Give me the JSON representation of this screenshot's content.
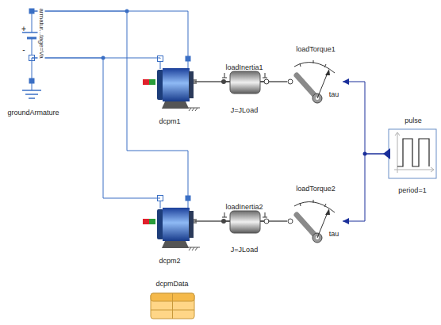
{
  "diagram": {
    "nodes": [
      {
        "text": [
          "armatur...tage=Va"
        ]
      },
      {
        "text": [
          "groundArmature"
        ]
      },
      {
        "text": [
          "dcpm1"
        ]
      },
      {
        "text": [
          "loadInertia1",
          "J=JLoad"
        ]
      },
      {
        "text": [
          "loadTorque1",
          "tau"
        ]
      },
      {
        "text": [
          "pulse",
          "period=1"
        ]
      },
      {
        "text": [
          "dcpm2"
        ]
      },
      {
        "text": [
          "loadInertia2",
          "J=JLoad"
        ]
      },
      {
        "text": [
          "loadTorque2",
          "tau"
        ]
      },
      {
        "text": [
          "dcpmData"
        ]
      }
    ],
    "edges": [
      {
        "from": 0,
        "to": 2,
        "arrow": "none"
      },
      {
        "from": 0,
        "to": 2,
        "arrow": "none"
      },
      {
        "from": 0,
        "to": 6,
        "arrow": "none"
      },
      {
        "from": 0,
        "to": 6,
        "arrow": "none"
      },
      {
        "from": 0,
        "to": 1,
        "arrow": "none"
      },
      {
        "from": 2,
        "to": 3,
        "arrow": "none"
      },
      {
        "from": 3,
        "to": 4,
        "arrow": "none"
      },
      {
        "from": 5,
        "to": 4,
        "arrow": "to"
      },
      {
        "from": 6,
        "to": 7,
        "arrow": "none"
      },
      {
        "from": 7,
        "to": 8,
        "arrow": "none"
      },
      {
        "from": 5,
        "to": 8,
        "arrow": "to"
      }
    ],
    "labels": [
      "+",
      "-"
    ]
  }
}
